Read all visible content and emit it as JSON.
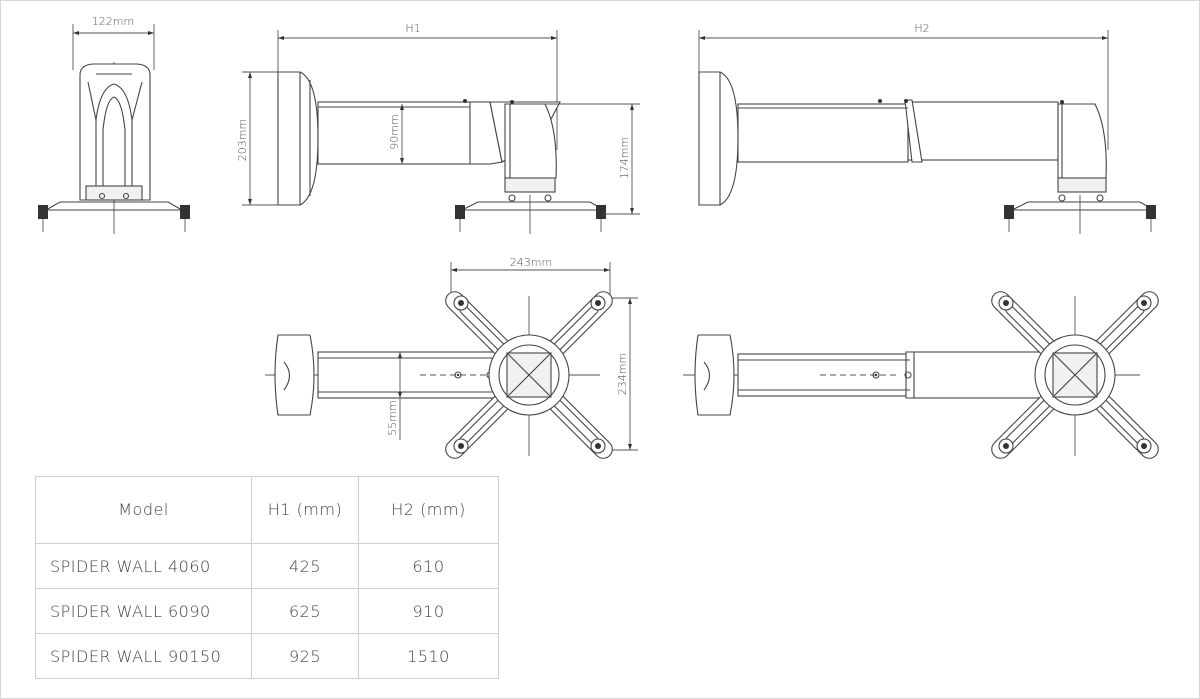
{
  "dimensions": {
    "front_width": "122mm",
    "h1": "H1",
    "h2": "H2",
    "side_height": "203mm",
    "arm_height": "90mm",
    "mount_height": "174mm",
    "spider_width": "243mm",
    "spider_height": "234mm",
    "tube_width": "55mm"
  },
  "table": {
    "headers": [
      "Model",
      "H1 (mm)",
      "H2 (mm)"
    ],
    "rows": [
      [
        "SPIDER WALL 4060",
        "425",
        "610"
      ],
      [
        "SPIDER WALL 6090",
        "625",
        "910"
      ],
      [
        "SPIDER WALL 90150",
        "925",
        "1510"
      ]
    ]
  }
}
